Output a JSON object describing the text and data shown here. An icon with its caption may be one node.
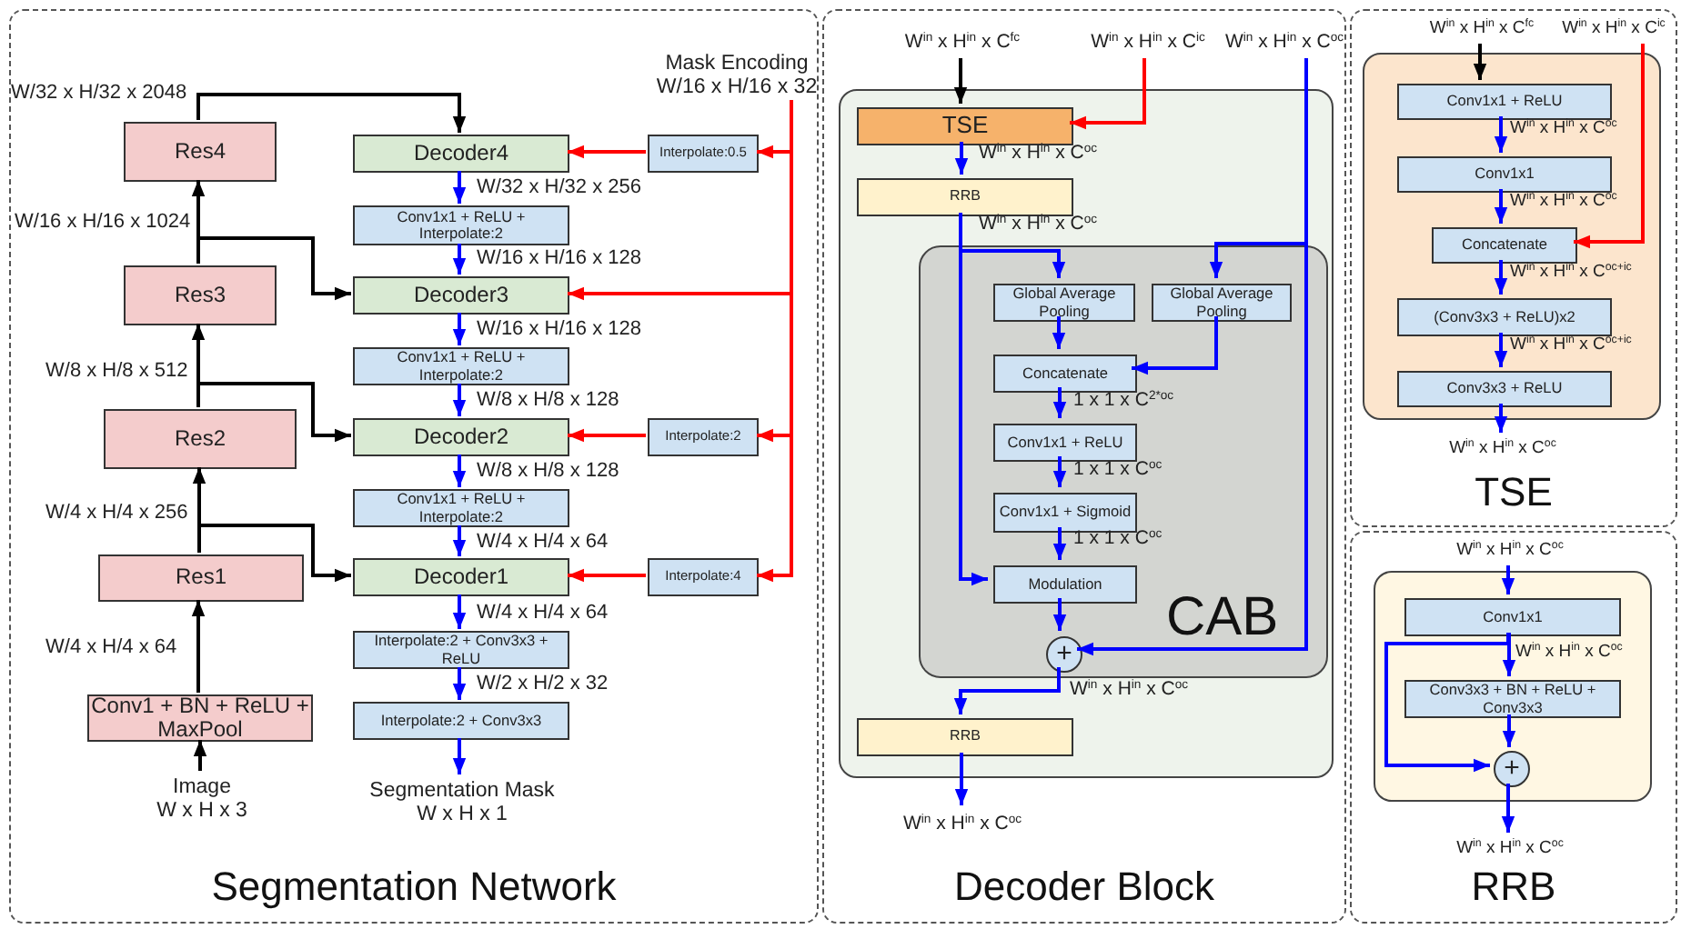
{
  "diagram": {
    "nodes": [
      {
        "text": [
          "Segmentation Network"
        ]
      },
      {
        "text": [
          "Mask Encoding",
          "W/16 x H/16 x 32"
        ],
        "in": 0
      },
      {
        "text": [
          "Res4"
        ],
        "in": 0
      },
      {
        "text": [
          "Decoder4"
        ],
        "in": 0
      },
      {
        "text": [
          "Interpolate:0.5"
        ],
        "in": 0
      },
      {
        "text": [
          "Conv1x1 + ReLU + Interpolate:2"
        ],
        "in": 0
      },
      {
        "text": [
          "Res3"
        ],
        "in": 0
      },
      {
        "text": [
          "Decoder3"
        ],
        "in": 0
      },
      {
        "text": [
          "Conv1x1 + ReLU + Interpolate:2"
        ],
        "in": 0
      },
      {
        "text": [
          "Res2"
        ],
        "in": 0
      },
      {
        "text": [
          "Decoder2"
        ],
        "in": 0
      },
      {
        "text": [
          "Interpolate:2"
        ],
        "in": 0
      },
      {
        "text": [
          "Conv1x1 + ReLU + Interpolate:2"
        ],
        "in": 0
      },
      {
        "text": [
          "Res1"
        ],
        "in": 0
      },
      {
        "text": [
          "Decoder1"
        ],
        "in": 0
      },
      {
        "text": [
          "Interpolate:4"
        ],
        "in": 0
      },
      {
        "text": [
          "Interpolate:2 + Conv3x3 + ReLU"
        ],
        "in": 0
      },
      {
        "text": [
          "Conv1 + BN + ReLU + MaxPool"
        ],
        "in": 0
      },
      {
        "text": [
          "Interpolate:2 + Conv3x3"
        ],
        "in": 0
      },
      {
        "text": [
          "Image",
          "W x H x 3"
        ],
        "in": 0
      },
      {
        "text": [
          "Segmentation Mask",
          "W x H x 1"
        ],
        "in": 0
      },
      {
        "text": [
          "Decoder Block"
        ]
      },
      {
        "text": [
          "W$^{in}$ x H$^{in}$ x C$^{fc}$"
        ],
        "in": 21
      },
      {
        "text": [
          "W$^{in}$ x H$^{in}$ x C$^{ic}$"
        ],
        "in": 21
      },
      {
        "text": [
          "W$^{in}$ x H$^{in}$ x C$^{oc}$"
        ],
        "in": 21
      },
      {
        "text": [],
        "shape": "box",
        "in": 21
      },
      {
        "text": [
          "TSE"
        ],
        "in": 25
      },
      {
        "text": [
          "RRB"
        ],
        "in": 25
      },
      {
        "text": [
          "CAB"
        ],
        "in": 25
      },
      {
        "text": [
          "Global Average Pooling"
        ],
        "in": 28
      },
      {
        "text": [
          "Global Average Pooling"
        ],
        "in": 28
      },
      {
        "text": [
          "Concatenate"
        ],
        "in": 28
      },
      {
        "text": [
          "Conv1x1 + ReLU"
        ],
        "in": 28
      },
      {
        "text": [
          "Conv1x1 + Sigmoid"
        ],
        "in": 28
      },
      {
        "text": [
          "Modulation"
        ],
        "in": 28
      },
      {
        "text": [
          "+"
        ],
        "in": 28
      },
      {
        "text": [
          "RRB"
        ],
        "in": 25
      },
      {
        "text": [
          "W$^{in}$ x H$^{in}$ x C$^{oc}$"
        ],
        "in": 21
      },
      {
        "text": [
          "TSE"
        ]
      },
      {
        "text": [
          "W$^{in}$ x H$^{in}$ x C$^{fc}$"
        ],
        "in": 38
      },
      {
        "text": [
          "W$^{in}$ x H$^{in}$ x C$^{ic}$"
        ],
        "in": 38
      },
      {
        "text": [],
        "shape": "box",
        "in": 38
      },
      {
        "text": [
          "Conv1x1 + ReLU"
        ],
        "in": 41
      },
      {
        "text": [
          "Conv1x1"
        ],
        "in": 41
      },
      {
        "text": [
          "Concatenate"
        ],
        "in": 41
      },
      {
        "text": [
          "(Conv3x3 + ReLU)x2"
        ],
        "in": 41
      },
      {
        "text": [
          "Conv3x3 + ReLU"
        ],
        "in": 41
      },
      {
        "text": [
          "W$^{in}$ x H$^{in}$ x C$^{oc}$"
        ],
        "in": 38
      },
      {
        "text": [
          "RRB"
        ]
      },
      {
        "text": [
          "W$^{in}$ x H$^{in}$ x C$^{oc}$"
        ],
        "in": 48
      },
      {
        "text": [],
        "shape": "box",
        "in": 48
      },
      {
        "text": [
          "Conv1x1"
        ],
        "in": 50
      },
      {
        "text": [
          "Conv3x3 + BN + ReLU + Conv3x3"
        ],
        "in": 50
      },
      {
        "text": [
          "+"
        ],
        "in": 50
      },
      {
        "text": [
          "W$^{in}$ x H$^{in}$ x C$^{oc}$"
        ],
        "in": 48
      }
    ],
    "edges": [
      {
        "from": 19,
        "to": 17,
        "arrow": "to",
        "color": "#000000"
      },
      {
        "from": 17,
        "to": 13,
        "arrow": "to",
        "label": "W/4 x H/4 x 64",
        "color": "#000000"
      },
      {
        "from": 13,
        "to": 9,
        "arrow": "to",
        "label": "W/4 x H/4 x 256",
        "color": "#000000"
      },
      {
        "from": 13,
        "to": 14,
        "arrow": "to",
        "color": "#000000"
      },
      {
        "from": 9,
        "to": 6,
        "arrow": "to",
        "label": "W/8 x H/8 x 512",
        "color": "#000000"
      },
      {
        "from": 9,
        "to": 10,
        "arrow": "to",
        "color": "#000000"
      },
      {
        "from": 6,
        "to": 2,
        "arrow": "to",
        "label": "W/16 x H/16 x 1024",
        "color": "#000000"
      },
      {
        "from": 6,
        "to": 7,
        "arrow": "to",
        "color": "#000000"
      },
      {
        "from": 2,
        "to": 3,
        "arrow": "to",
        "label": "W/32 x H/32 x 2048",
        "color": "#000000"
      },
      {
        "from": 3,
        "to": 5,
        "arrow": "to",
        "label": "W/32 x H/32 x 256"
      },
      {
        "from": 5,
        "to": 7,
        "arrow": "to",
        "label": "W/16 x H/16 x 128"
      },
      {
        "from": 7,
        "to": 8,
        "arrow": "to",
        "label": "W/16 x H/16 x 128"
      },
      {
        "from": 8,
        "to": 10,
        "arrow": "to",
        "label": "W/8 x H/8 x 128"
      },
      {
        "from": 10,
        "to": 12,
        "arrow": "to",
        "label": "W/8 x H/8 x 128"
      },
      {
        "from": 12,
        "to": 14,
        "arrow": "to",
        "label": "W/4 x H/4 x 64"
      },
      {
        "from": 14,
        "to": 16,
        "arrow": "to",
        "label": "W/4 x H/4 x 64"
      },
      {
        "from": 16,
        "to": 18,
        "arrow": "to",
        "label": "W/2 x H/2 x 32"
      },
      {
        "from": 18,
        "to": 20,
        "arrow": "to"
      },
      {
        "from": 1,
        "to": 4,
        "arrow": "to",
        "color": "#ff0000"
      },
      {
        "from": 1,
        "to": 7,
        "arrow": "to",
        "color": "#ff0000"
      },
      {
        "from": 1,
        "to": 11,
        "arrow": "to",
        "color": "#ff0000"
      },
      {
        "from": 1,
        "to": 15,
        "arrow": "to",
        "color": "#ff0000"
      },
      {
        "from": 4,
        "to": 3,
        "arrow": "to",
        "color": "#ff0000"
      },
      {
        "from": 11,
        "to": 10,
        "arrow": "to",
        "color": "#ff0000"
      },
      {
        "from": 15,
        "to": 14,
        "arrow": "to",
        "color": "#ff0000"
      },
      {
        "from": 22,
        "to": 26,
        "arrow": "to",
        "color": "#000000"
      },
      {
        "from": 23,
        "to": 26,
        "arrow": "to",
        "color": "#ff0000"
      },
      {
        "from": 24,
        "to": 30,
        "arrow": "to"
      },
      {
        "from": 24,
        "to": 35,
        "arrow": "to"
      },
      {
        "from": 26,
        "to": 27,
        "arrow": "to",
        "label": "W$^{in}$ x H$^{in}$ x C$^{oc}$"
      },
      {
        "from": 27,
        "to": 29,
        "arrow": "to",
        "label": "W$^{in}$ x H$^{in}$ x C$^{oc}$"
      },
      {
        "from": 27,
        "to": 34,
        "arrow": "to"
      },
      {
        "from": 29,
        "to": 31,
        "arrow": "to"
      },
      {
        "from": 30,
        "to": 31,
        "arrow": "to"
      },
      {
        "from": 31,
        "to": 32,
        "arrow": "to",
        "label": "1 x 1 x C$^{2*oc}$"
      },
      {
        "from": 32,
        "to": 33,
        "arrow": "to",
        "label": "1 x 1 x C$^{oc}$"
      },
      {
        "from": 33,
        "to": 34,
        "arrow": "to",
        "label": "1 x 1 x C$^{oc}$"
      },
      {
        "from": 34,
        "to": 35,
        "arrow": "to"
      },
      {
        "from": 35,
        "to": 36,
        "arrow": "to",
        "label": "W$^{in}$ x H$^{in}$ x C$^{oc}$"
      },
      {
        "from": 36,
        "to": 37,
        "arrow": "to"
      },
      {
        "from": 39,
        "to": 42,
        "arrow": "to",
        "color": "#000000"
      },
      {
        "from": 40,
        "to": 44,
        "arrow": "to",
        "color": "#ff0000"
      },
      {
        "from": 42,
        "to": 43,
        "arrow": "to",
        "label": "W$^{in}$ x H$^{in}$ x C$^{oc}$"
      },
      {
        "from": 43,
        "to": 44,
        "arrow": "to",
        "label": "W$^{in}$ x H$^{in}$ x C$^{oc}$"
      },
      {
        "from": 44,
        "to": 45,
        "arrow": "to",
        "label": "W$^{in}$ x H$^{in}$ x C$^{oc+ic}$"
      },
      {
        "from": 45,
        "to": 46,
        "arrow": "to",
        "label": "W$^{in}$ x H$^{in}$ x C$^{oc+ic}$"
      },
      {
        "from": 46,
        "to": 47,
        "arrow": "to"
      },
      {
        "from": 49,
        "to": 51,
        "arrow": "to"
      },
      {
        "from": 51,
        "to": 52,
        "arrow": "to",
        "label": "W$^{in}$ x H$^{in}$ x C$^{oc}$"
      },
      {
        "from": 52,
        "to": 53,
        "arrow": "to"
      },
      {
        "from": 51,
        "to": 53,
        "arrow": "to"
      },
      {
        "from": 53,
        "to": 54,
        "arrow": "to"
      }
    ]
  }
}
